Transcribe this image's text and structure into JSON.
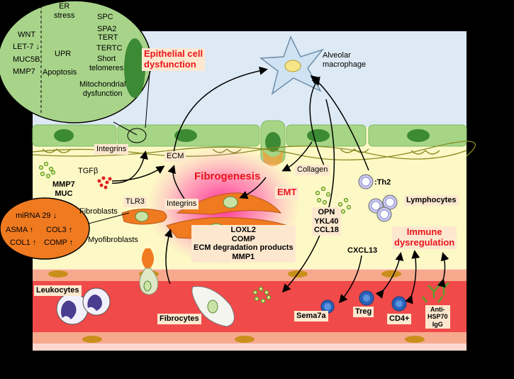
{
  "inset": {
    "left_col": [
      "WNT",
      "LET-7",
      "MUC5B",
      "MMP7"
    ],
    "left_arrows": [
      "",
      "↓",
      "",
      ""
    ],
    "er_stress": "ER\nstress",
    "upr": "UPR",
    "apoptosis": "Apoptosis",
    "mito": "Mitochondrial\ndysfunction",
    "spc": "SPC",
    "spa2": "SPA2",
    "tert": "TERT",
    "tertc": "TERTC",
    "short_tel": "Short\ntelomeres"
  },
  "titles": {
    "epithelial": "Epithelial cell\ndysfunction",
    "fibrogenesis": "Fibrogenesis",
    "emt": "EMT",
    "immune": "Immune\ndysregulation"
  },
  "labels": {
    "alveolar_macrophage": "Alveolar\nmacrophage",
    "integrins_top": "Integrins",
    "ecm": "ECM",
    "collagen": "Collagen",
    "tgfb": "TGFβ",
    "mmp7_muc": "MMP7\nMUC",
    "tlr3": "TLR3",
    "integrins_mid": "Integrins",
    "fibroblasts": "Fibroblasts",
    "myofibroblasts": "Myofibroblasts",
    "th2": ":Th2",
    "lymphocytes": "Lymphocytes",
    "opn": "OPN\nYKL40\nCCL18",
    "loxl2": "LOXL2\nCOMP\nECM degradation products\nMMP1",
    "cxcl13": "CXCL13",
    "leukocytes": "Leukocytes",
    "fibrocytes": "Fibrocytes",
    "sema7a": "Sema7a",
    "treg": "Treg",
    "cd4": "CD4+",
    "anti_hsp70": "Anti-\nHSP70\nIgG"
  },
  "orange_panel": {
    "mirna": "miRNA 29",
    "mirna_arrow": "↓",
    "asma": "ASMA",
    "asma_arrow": "↑",
    "col3": "COL3",
    "col3_arrow": "↑",
    "col1": "COL1",
    "col1_arrow": "↑",
    "comp": "COMP",
    "comp_arrow": "↑"
  },
  "colors": {
    "airspace": "#dde9f5",
    "interstitium": "#fdf9c6",
    "epithelium": "#a5d585",
    "nucleus": "#3d8a34",
    "vessel": "#f14a4a",
    "endothelium": "#f7a98e",
    "fibroblast": "#f07a20",
    "title_red": "#e8141b",
    "label_box": "#fde8cf",
    "inset_green": "#a8d48a"
  }
}
